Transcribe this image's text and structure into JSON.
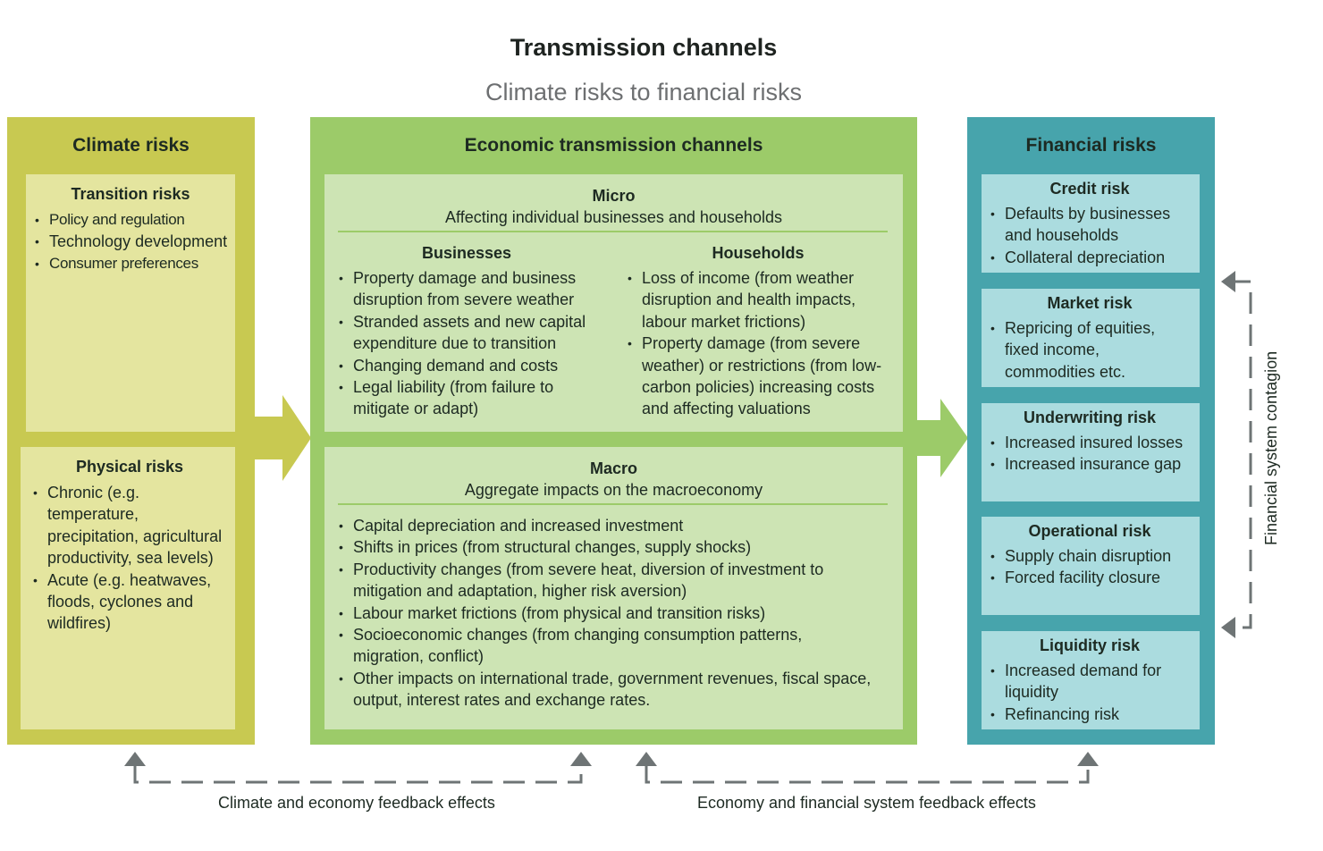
{
  "header": {
    "title": "Transmission channels",
    "subtitle": "Climate risks to financial risks"
  },
  "climate": {
    "title": "Climate risks",
    "transition": {
      "title": "Transition risks",
      "items": [
        "Policy and regulation",
        "Technology development",
        "Consumer preferences"
      ]
    },
    "physical": {
      "title": "Physical risks",
      "items": [
        "Chronic (e.g. temperature, precipitation, agricultural productivity, sea levels)",
        "Acute (e.g. heatwaves, floods, cyclones and wildfires)"
      ]
    }
  },
  "economic": {
    "title": "Economic transmission channels",
    "micro": {
      "title": "Micro",
      "subtitle": "Affecting individual businesses and households",
      "businesses": {
        "title": "Businesses",
        "items": [
          "Property damage and business disruption from severe weather",
          "Stranded assets and new capital expenditure due to transition",
          "Changing demand and costs",
          "Legal liability (from failure to mitigate or adapt)"
        ]
      },
      "households": {
        "title": "Households",
        "items": [
          "Loss of income (from weather disruption and health impacts, labour market frictions)",
          "Property damage (from severe weather) or restrictions (from low-carbon policies) increasing costs and affecting valuations"
        ]
      }
    },
    "macro": {
      "title": "Macro",
      "subtitle": "Aggregate impacts on the macroeconomy",
      "items": [
        "Capital depreciation and increased investment",
        "Shifts in prices (from structural changes, supply shocks)",
        "Productivity changes (from severe heat, diversion of investment to mitigation and adaptation, higher risk aversion)",
        "Labour market frictions (from physical and transition risks)",
        "Socioeconomic changes (from changing consumption patterns, migration, conflict)",
        "Other impacts on international trade, government revenues, fiscal space, output, interest rates and exchange rates."
      ]
    }
  },
  "financial": {
    "title": "Financial risks",
    "boxes": [
      {
        "title": "Credit risk",
        "items": [
          "Defaults by businesses and households",
          "Collateral depreciation"
        ]
      },
      {
        "title": "Market risk",
        "items": [
          "Repricing of equities, fixed income, commodities etc."
        ]
      },
      {
        "title": "Underwriting risk",
        "items": [
          "Increased insured losses",
          "Increased insurance gap"
        ]
      },
      {
        "title": "Operational risk",
        "items": [
          "Supply chain disruption",
          "Forced facility closure"
        ]
      },
      {
        "title": "Liquidity risk",
        "items": [
          "Increased demand for liquidity",
          "Refinancing risk"
        ]
      }
    ]
  },
  "feedback": {
    "climate_economy": "Climate and economy feedback effects",
    "economy_financial": "Economy and financial system feedback effects",
    "financial_contagion": "Financial system contagion"
  },
  "colors": {
    "climate_column": "#c8c951",
    "climate_box": "#e4e59f",
    "economic_column": "#9ccb69",
    "economic_box": "#cde4b4",
    "financial_column": "#47a4ac",
    "financial_box": "#abdcdf",
    "feedback_line": "#6e7475"
  }
}
